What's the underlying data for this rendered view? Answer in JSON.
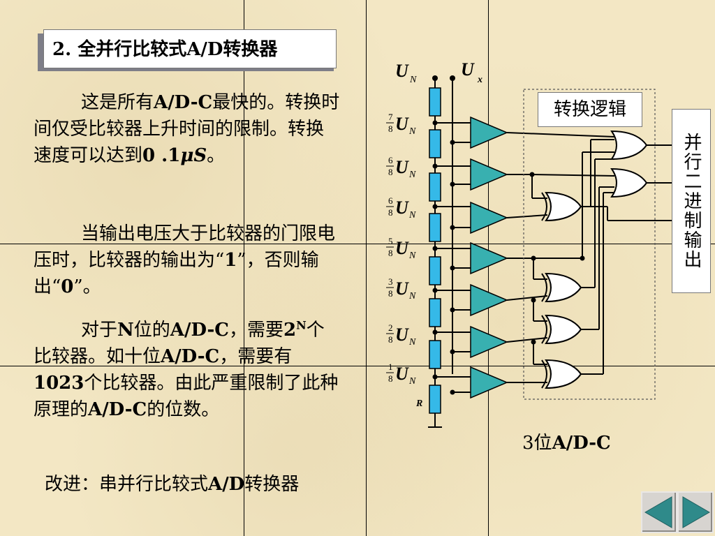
{
  "title": "2. 全并行比较式A/D转换器",
  "para1": {
    "pre": "这是所有",
    "bold1": "A/D-C",
    "mid": "最快的。转换时间仅受比较器上升时间的限制。转换速度可以达到",
    "bold2": "0 .1",
    "unit": "μS",
    "end": "。"
  },
  "para2": {
    "pre": "当输出电压大于比较器的门限电压时，比较器的输出为“",
    "one": "1",
    "mid": "”，否则输出“",
    "zero": "0",
    "end": "”。"
  },
  "para3": {
    "pre": "对于",
    "n": "N",
    "a": "位的",
    "adc1": "A/D-C",
    "b": "，需要",
    "two": "2",
    "sup": "N",
    "c": "个比较器。如十位",
    "adc2": "A/D-C",
    "d": "，需要有",
    "num": "1023",
    "e": "个比较器。由此严重限制了此种原理的",
    "adc3": "A/D-C",
    "f": "的位数。"
  },
  "improve": {
    "pre": "改进：串并行比较式",
    "ad": "A/D",
    "post": "转换器"
  },
  "logic_label": "转换逻辑",
  "output_label": "并行二进制输出",
  "caption": {
    "num": "3",
    "mid": "位",
    "adc": "A/D-C"
  },
  "circuit": {
    "un_symbol": "U",
    "un_sub": "N",
    "ux_symbol": "U",
    "ux_sub": "x",
    "r_label": "R",
    "denominator": "8",
    "numerators": [
      "7",
      "6",
      "6",
      "5",
      "3",
      "2",
      "1"
    ]
  },
  "colors": {
    "background": "#f3e7c4",
    "resistor": "#35b9e8",
    "comparator": "#38b0b0",
    "title_shadow": "#7e7e88",
    "nav_button": "#d7d4d0",
    "nav_arrow": "#2f8a8a"
  },
  "nav": {
    "prev_icon": "arrow-left-icon",
    "next_icon": "arrow-right-icon"
  }
}
